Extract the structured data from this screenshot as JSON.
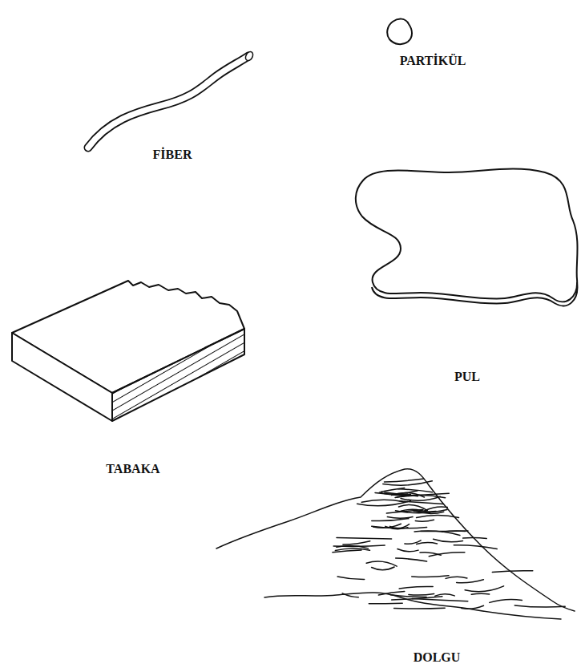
{
  "diagram": {
    "labels": [
      "PARTİKÜL",
      "FİBER",
      "PUL",
      "TABAKA",
      "DOLGU"
    ]
  }
}
